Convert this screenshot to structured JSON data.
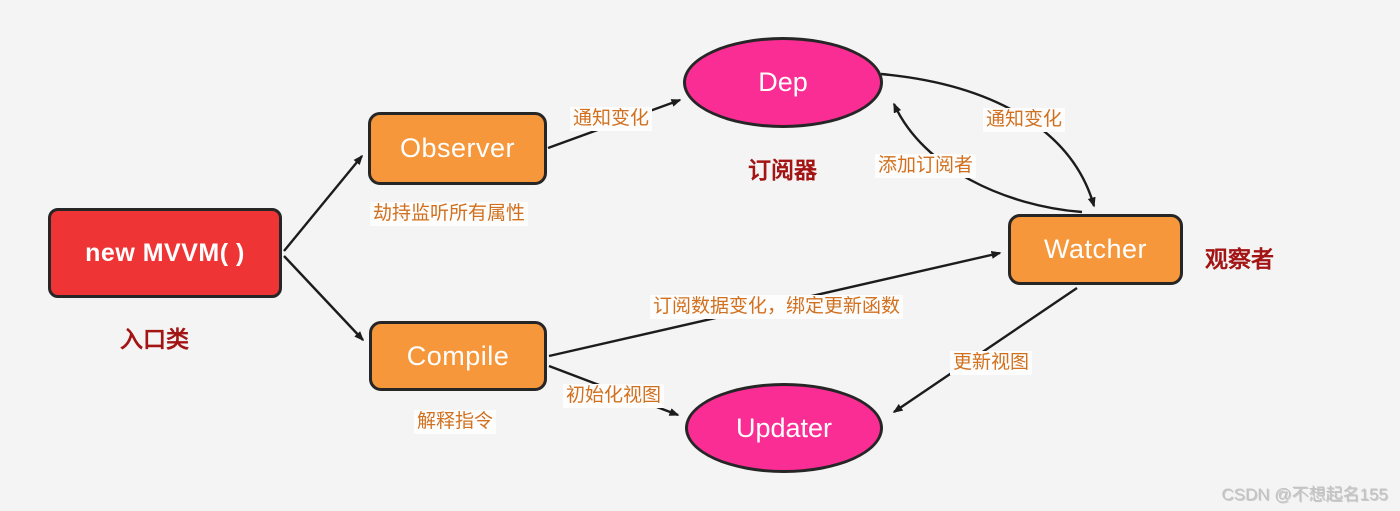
{
  "diagram": {
    "title_hint": "MVVM reactive data-binding flow diagram",
    "colors": {
      "entry_red": "#ee3434",
      "component_orange": "#f5973a",
      "subject_pink": "#f92d94",
      "role_label_dark_red": "#a31414",
      "annotation_orange": "#d1711f",
      "arrow_black": "#1c1c1c",
      "background": "#f4f4f4"
    },
    "nodes": {
      "mvvm": {
        "label": "new MVVM( )",
        "sublabel": "入口类",
        "shape": "rect"
      },
      "observer": {
        "label": "Observer",
        "sublabel": "劫持监听所有属性",
        "shape": "rect"
      },
      "compile": {
        "label": "Compile",
        "sublabel": "解释指令",
        "shape": "rect"
      },
      "dep": {
        "label": "Dep",
        "sublabel": "订阅器",
        "shape": "ellipse"
      },
      "watcher": {
        "label": "Watcher",
        "sublabel": "观察者",
        "shape": "rect"
      },
      "updater": {
        "label": "Updater",
        "shape": "ellipse"
      }
    },
    "edge_labels": {
      "observer_to_dep": "通知变化",
      "dep_to_watcher": "通知变化",
      "watcher_to_dep": "添加订阅者",
      "compile_to_watcher": "订阅数据变化，绑定更新函数",
      "compile_to_updater": "初始化视图",
      "watcher_to_updater": "更新视图"
    },
    "watermark": "CSDN @不想起名155"
  }
}
